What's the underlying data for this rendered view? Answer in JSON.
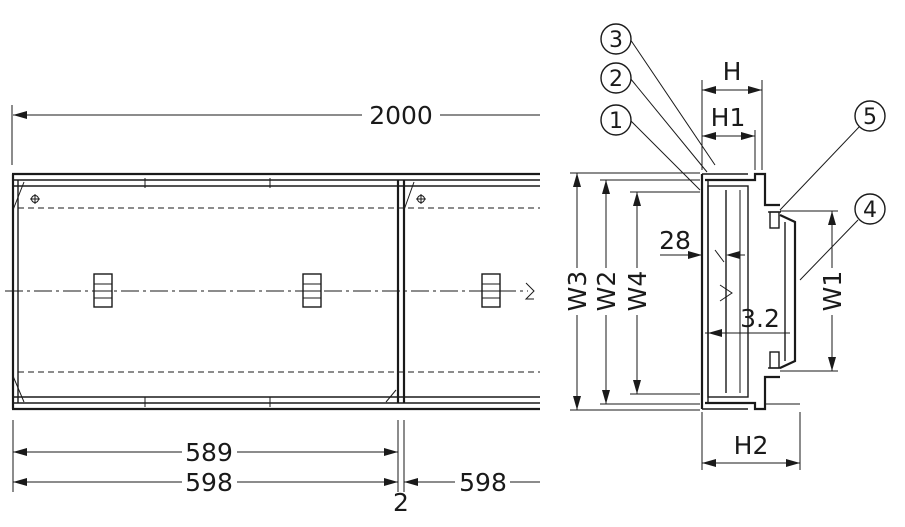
{
  "dimensions": {
    "total_length": "2000",
    "inner_589": "589",
    "left_598": "598",
    "gap_2": "2",
    "right_598": "598",
    "H": "H",
    "H1": "H1",
    "H2": "H2",
    "W1": "W1",
    "W2": "W2",
    "W3": "W3",
    "W4": "W4",
    "d28": "28",
    "d32": "3.2"
  },
  "callouts": [
    "1",
    "2",
    "3",
    "4",
    "5"
  ],
  "colors": {
    "line": "#1a1a1a",
    "background": "#ffffff"
  }
}
